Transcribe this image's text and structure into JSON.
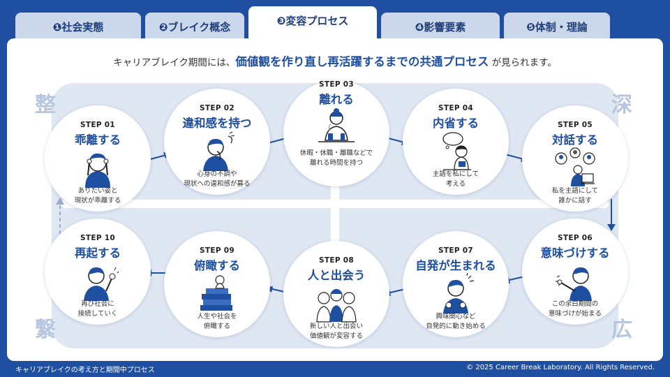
{
  "tabs": [
    {
      "label": "❶社会実態"
    },
    {
      "label": "❷ブレイク概念"
    },
    {
      "label": "❸変容プロセス"
    },
    {
      "label": "❹影響要素"
    },
    {
      "label": "❺体制・理論"
    }
  ],
  "active_tab": 2,
  "intro": {
    "prefix": "キャリアブレイク期間には、",
    "highlight": "価値観を作り直し再活躍するまでの共通プロセス",
    "suffix": "が見られます。"
  },
  "corners": {
    "top_left": "整",
    "bottom_left": "繋",
    "top_right": "深",
    "bottom_right": "広"
  },
  "steps": [
    {
      "num": "STEP 01",
      "title": "乖離する",
      "desc1": "ありたい姿と",
      "desc2": "現状が乖離する",
      "icon": "head-in-hands-icon"
    },
    {
      "num": "STEP 02",
      "title": "違和感を持つ",
      "desc1": "心身の不調や",
      "desc2": "現状への違和感が募る",
      "icon": "worried-person-icon"
    },
    {
      "num": "STEP 03",
      "title": "離れる",
      "desc1": "休暇・休職・離職などで",
      "desc2": "離れる時間を持つ",
      "icon": "relaxing-person-icon"
    },
    {
      "num": "STEP 04",
      "title": "内省する",
      "desc1": "主語を私にして",
      "desc2": "考える",
      "icon": "thinking-person-icon"
    },
    {
      "num": "STEP 05",
      "title": "対話する",
      "desc1": "私を主語にして",
      "desc2": "誰かに話す",
      "icon": "online-talk-icon"
    },
    {
      "num": "STEP 06",
      "title": "意味づけする",
      "desc1": "この余白期間の",
      "desc2": "意味づけが始まる",
      "icon": "pointing-person-icon"
    },
    {
      "num": "STEP 07",
      "title": "自発が生まれる",
      "desc1": "興味関心など",
      "desc2": "自発的に動き始める",
      "icon": "inspired-person-icon"
    },
    {
      "num": "STEP 08",
      "title": "人と出会う",
      "desc1": "新しい人と出会い",
      "desc2": "価値観が変容する",
      "icon": "meeting-people-icon"
    },
    {
      "num": "STEP 09",
      "title": "俯瞰する",
      "desc1": "人生や社会を",
      "desc2": "俯瞰する",
      "icon": "overlooking-books-icon"
    },
    {
      "num": "STEP 10",
      "title": "再起する",
      "desc1": "再び社会に",
      "desc2": "接続していく",
      "icon": "fist-pump-icon"
    }
  ],
  "footer": {
    "left": "キャリアブレイクの考え方と期間中プロセス",
    "right": "© 2025 Career Break Laboratory. All Rights Reserved."
  },
  "colors": {
    "brand": "#1f4fa0",
    "tab_inactive": "#cbd7ea",
    "track": "#dfe7f3",
    "corner_text": "#b6c6e0"
  }
}
